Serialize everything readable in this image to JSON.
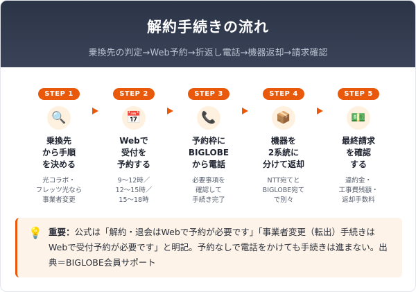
{
  "header": {
    "title": "解約手続きの流れ",
    "subtitle": "乗換先の判定→Web予約→折返し電話→機器返却→請求確認"
  },
  "steps": [
    {
      "badge": "STEP 1",
      "icon": "magnifier-icon",
      "glyph": "🔍",
      "title": "乗換先\nから手順\nを決める",
      "desc": "光コラボ・\nフレッツ光なら\n事業者変更"
    },
    {
      "badge": "STEP 2",
      "icon": "calendar-icon",
      "glyph": "📅",
      "title": "Webで\n受付を\n予約する",
      "desc": "9〜12時／\n12〜15時／\n15〜18時"
    },
    {
      "badge": "STEP 3",
      "icon": "phone-icon",
      "glyph": "📞",
      "title": "予約枠に\nBIGLOBE\nから電話",
      "desc": "必要事項を\n確認して\n手続き完了"
    },
    {
      "badge": "STEP 4",
      "icon": "package-icon",
      "glyph": "📦",
      "title": "機器を\n2系統に\n分けて返却",
      "desc": "NTT宛てと\nBIGLOBE宛て\nで別々"
    },
    {
      "badge": "STEP 5",
      "icon": "money-icon",
      "glyph": "💵",
      "title": "最終請求\nを確認\nする",
      "desc": "違約金・\n工事費残額・\n返却手数料"
    }
  ],
  "note": {
    "icon": "lightbulb-icon",
    "glyph": "💡",
    "label": "重要：",
    "text": "公式は「解約・退会はWebで予約が必要です」「事業者変更（転出）手続きはWebで受付予約が必要です」と明記。予約なしで電話をかけても手続きは進まない。出典＝BIGLOBE会員サポート"
  },
  "colors": {
    "accent": "#e8590c",
    "header_bg": "#2c3447",
    "note_bg": "#fdf3e8"
  }
}
